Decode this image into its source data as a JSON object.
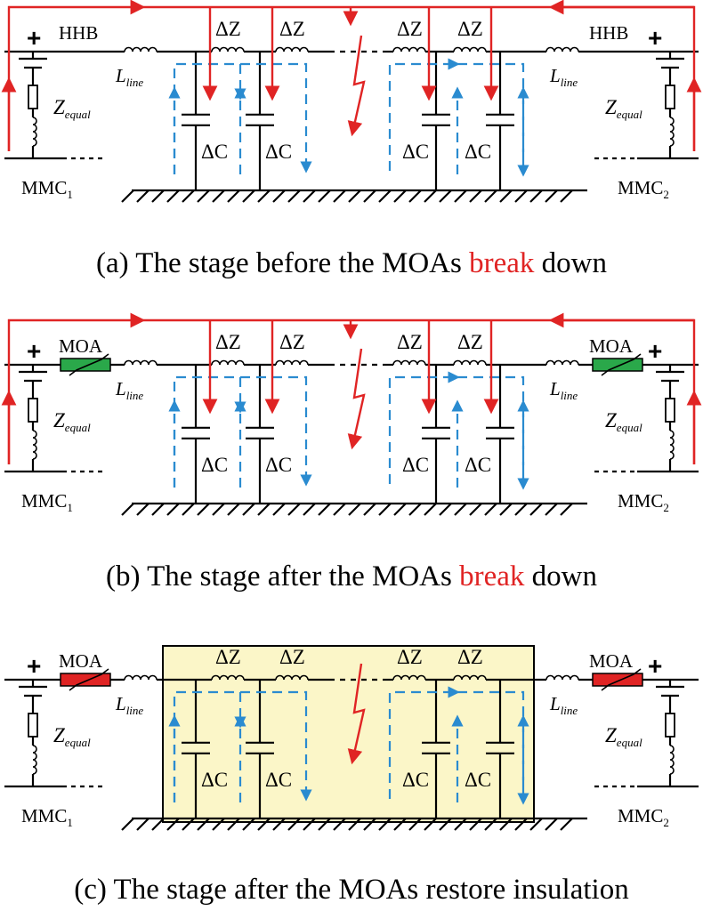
{
  "panels": [
    {
      "id": "a",
      "left_device": "HHB",
      "right_device": "HHB",
      "device_type": "hhb",
      "device_color": "",
      "show_red_flow": true,
      "show_red_on_mmc": true,
      "highlight_box": false,
      "z_left": "Z",
      "z_left_sub": "equal",
      "z_right": "Z",
      "z_right_sub": "equal",
      "caption": {
        "before": "(a) The stage before the MOAs ",
        "highlight": "break",
        "after": " down"
      }
    },
    {
      "id": "b",
      "left_device": "MOA",
      "right_device": "MOA",
      "device_type": "moa",
      "device_color": "#2aa84a",
      "show_red_flow": true,
      "show_red_on_mmc": true,
      "highlight_box": false,
      "z_left": "Z",
      "z_left_sub": "equal",
      "z_right": "Z",
      "z_right_sub": "equal",
      "caption": {
        "before": "(b) The stage after the MOAs ",
        "highlight": "break",
        "after": " down"
      }
    },
    {
      "id": "c",
      "left_device": "MOA",
      "right_device": "MOA",
      "device_type": "moa",
      "device_color": "#e02424",
      "show_red_flow": false,
      "show_red_on_mmc": false,
      "highlight_box": true,
      "highlight_color": "#fbf6c8",
      "z_left": "Z",
      "z_left_sub": "equal",
      "z_right": "Z",
      "z_right_sub": "equal",
      "caption": {
        "before": "(c) The stage after the MOAs restore insulation",
        "highlight": "",
        "after": ""
      }
    }
  ],
  "labels": {
    "delta_z": "ΔZ",
    "delta_c": "ΔC",
    "line_l": "L",
    "line_sub": "line",
    "mmc_left": "MMC",
    "mmc_left_sub": "1",
    "mmc_right": "MMC",
    "mmc_right_sub": "2",
    "plus": "+"
  },
  "colors": {
    "fault_current": "#e02424",
    "capacitor_current": "#2a8bd0",
    "moa_normal": "#2aa84a",
    "moa_restored": "#e02424",
    "highlight_region": "#fbf6c8"
  }
}
